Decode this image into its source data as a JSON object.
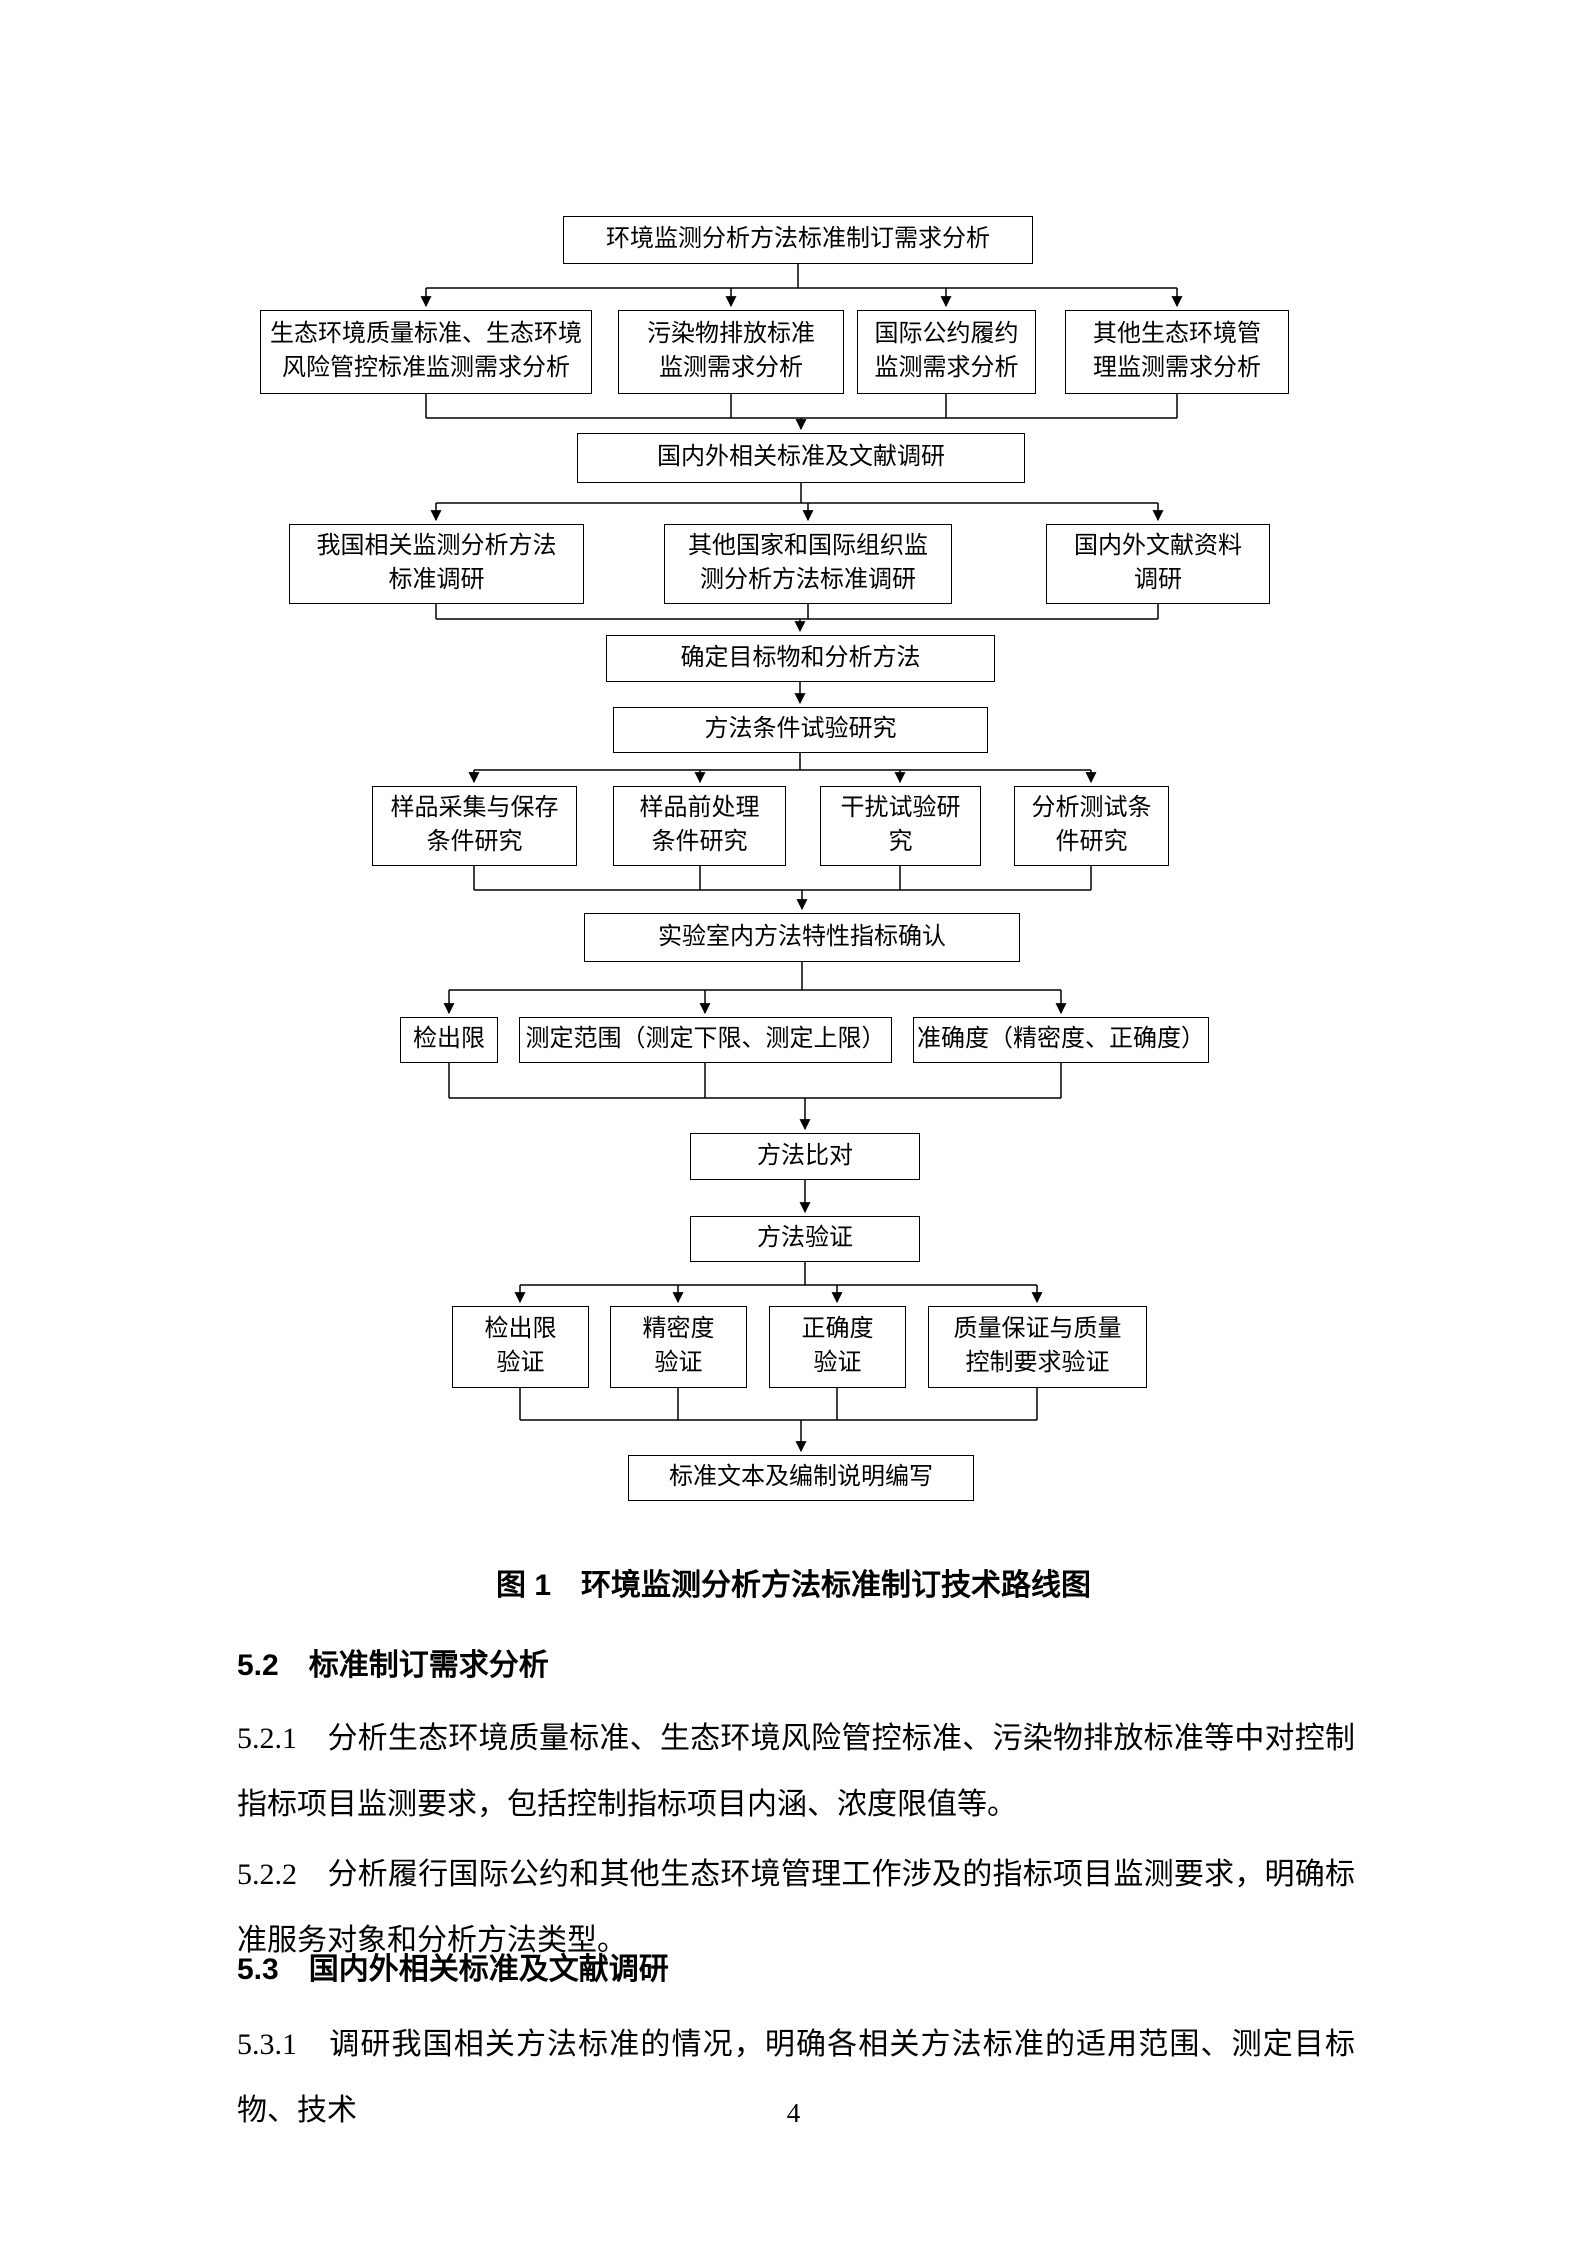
{
  "page": {
    "number": "4"
  },
  "flowchart": {
    "caption": "图 1　环境监测分析方法标准制订技术路线图",
    "boxes": {
      "top": "环境监测分析方法标准制订需求分析",
      "r2a": [
        "生态环境质量标准、生态环境",
        "风险管控标准监测需求分析"
      ],
      "r2b": [
        "污染物排放标准",
        "监测需求分析"
      ],
      "r2c": [
        "国际公约履约",
        "监测需求分析"
      ],
      "r2d": [
        "其他生态环境管",
        "理监测需求分析"
      ],
      "r3": "国内外相关标准及文献调研",
      "r4a": [
        "我国相关监测分析方法",
        "标准调研"
      ],
      "r4b": [
        "其他国家和国际组织监",
        "测分析方法标准调研"
      ],
      "r4c": [
        "国内外文献资料",
        "调研"
      ],
      "r5": "确定目标物和分析方法",
      "r6": "方法条件试验研究",
      "r7a": [
        "样品采集与保存",
        "条件研究"
      ],
      "r7b": [
        "样品前处理",
        "条件研究"
      ],
      "r7c": [
        "干扰试验研",
        "究"
      ],
      "r7d": [
        "分析测试条",
        "件研究"
      ],
      "r8": "实验室内方法特性指标确认",
      "r9a": "检出限",
      "r9b": "测定范围（测定下限、测定上限）",
      "r9c": "准确度（精密度、正确度）",
      "r10": "方法比对",
      "r11": "方法验证",
      "r12a": [
        "检出限",
        "验证"
      ],
      "r12b": [
        "精密度",
        "验证"
      ],
      "r12c": [
        "正确度",
        "验证"
      ],
      "r12d": [
        "质量保证与质量",
        "控制要求验证"
      ],
      "r13": "标准文本及编制说明编写"
    }
  },
  "sections": {
    "s52": {
      "heading": "5.2　标准制订需求分析",
      "p521": "5.2.1　分析生态环境质量标准、生态环境风险管控标准、污染物排放标准等中对控制指标项目监测要求，包括控制指标项目内涵、浓度限值等。",
      "p522": "5.2.2　分析履行国际公约和其他生态环境管理工作涉及的指标项目监测要求，明确标准服务对象和分析方法类型。"
    },
    "s53": {
      "heading": "5.3　国内外相关标准及文献调研",
      "p531": "5.3.1　调研我国相关方法标准的情况，明确各相关方法标准的适用范围、测定目标物、技术"
    }
  }
}
